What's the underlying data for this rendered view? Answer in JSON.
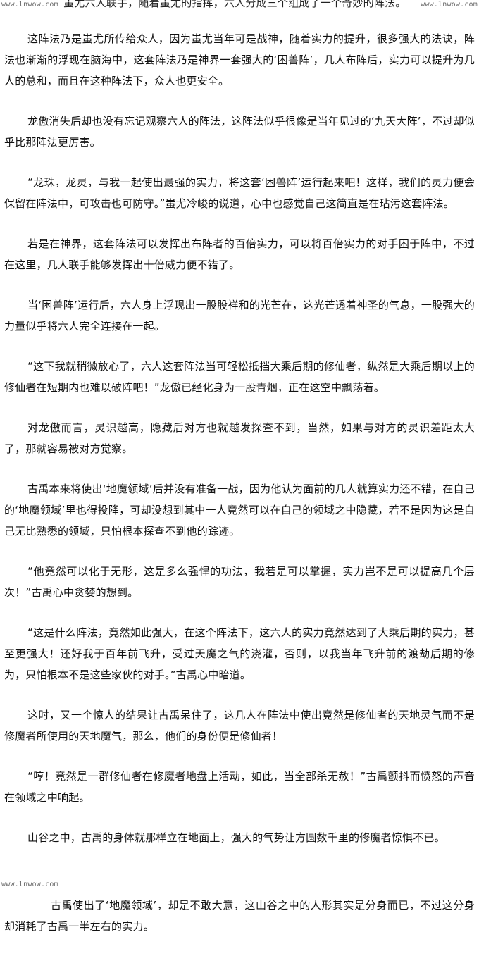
{
  "watermark": {
    "top_left": "www.lnwow.com",
    "top_right": "www.lnwow.com",
    "bottom_left": "www.lnwow.com"
  },
  "top_fragment": "蚩尤六人联手，随着蚩尤的指挥，六人分成三个组成了一个奇妙的阵法。",
  "paragraphs": [
    "这阵法乃是蚩尤所传给众人，因为蚩尤当年可是战神，随着实力的提升，很多强大的法诀，阵法也渐渐的浮现在脑海中，这套阵法乃是神界一套强大的‘困兽阵’，几人布阵后，实力可以提升为几人的总和，而且在这种阵法下，众人也更安全。",
    "龙傲消失后却也没有忘记观察六人的阵法，这阵法似乎很像是当年见过的‘九天大阵’，不过却似乎比那阵法更厉害。",
    "“龙珠，龙灵，与我一起使出最强的实力，将这套‘困兽阵’运行起来吧！这样，我们的灵力便会保留在阵法中，可攻击也可防守。”蚩尤冷峻的说道，心中也感觉自己这简直是在玷污这套阵法。",
    "若是在神界，这套阵法可以发挥出布阵者的百倍实力，可以将百倍实力的对手困于阵中，不过在这里，几人联手能够发挥出十倍威力便不错了。",
    "当‘困兽阵’运行后，六人身上浮现出一股股祥和的光芒在，这光芒透着神圣的气息，一股强大的力量似乎将六人完全连接在一起。",
    "“这下我就稍微放心了，六人这套阵法当可轻松抵挡大乘后期的修仙者，纵然是大乘后期以上的修仙者在短期内也难以破阵吧！”龙傲已经化身为一股青烟，正在这空中飘荡着。",
    "对龙傲而言，灵识越高，隐藏后对方也就越发探查不到，当然，如果与对方的灵识差距太大了，那就容易被对方觉察。",
    "古禹本来将使出‘地魔领域’后并没有准备一战，因为他认为面前的几人就算实力还不错，在自己的‘地魔领域’里也得投降，可却没想到其中一人竟然可以在自己的领域之中隐藏，若不是因为这是自己无比熟悉的领域，只怕根本探查不到他的踪迹。",
    "“他竟然可以化于无形，这是多么强悍的功法，我若是可以掌握，实力岂不是可以提高几个层次！”古禹心中贪婪的想到。",
    "“这是什么阵法，竟然如此强大，在这个阵法下，这六人的实力竟然达到了大乘后期的实力，甚至更强大！还好我于百年前飞升，受过天魔之气的浇灌，否则，以我当年飞升前的渡劫后期的修为，只怕根本不是这些家伙的对手。”古禹心中暗道。",
    "这时，又一个惊人的结果让古禹呆住了，这几人在阵法中使出竟然是修仙者的天地灵气而不是修魔者所使用的天地魔气，那么，他们的身份便是修仙者！",
    "“哼！竟然是一群修仙者在修魔者地盘上活动，如此，当全部杀无赦！”古禹颤抖而愤怒的声音在领域之中响起。",
    "山谷之中，古禹的身体就那样立在地面上，强大的气势让方圆数千里的修魔者惊惧不已。",
    "古禹使出了‘地魔领域’，却是不敢大意，这山谷之中的人形其实是分身而已，不过这分身却消耗了古禹一半左右的实力。"
  ]
}
